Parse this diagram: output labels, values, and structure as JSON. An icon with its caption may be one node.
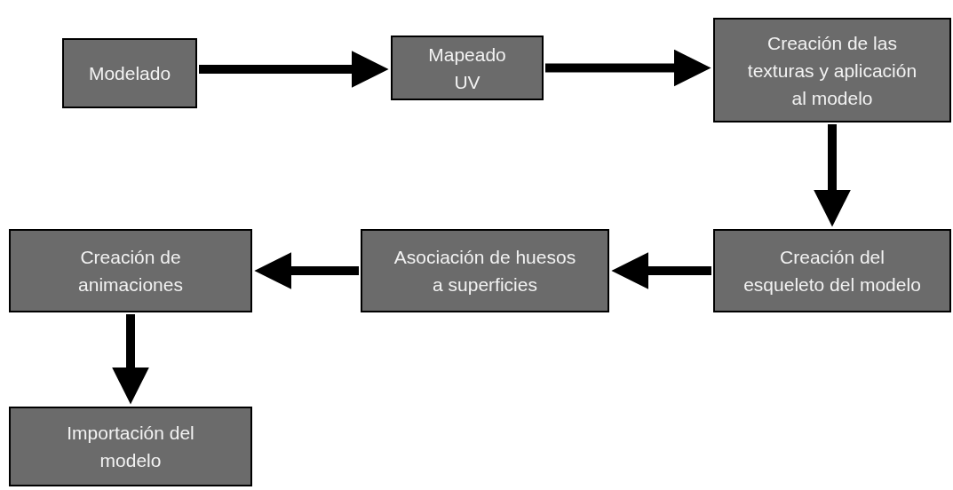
{
  "diagram": {
    "nodes": [
      {
        "text": [
          "Modelado"
        ]
      },
      {
        "text": [
          "Mapeado UV"
        ]
      },
      {
        "text": [
          "Creación de las texturas y aplicación al modelo"
        ]
      },
      {
        "text": [
          "Creación del esqueleto del modelo"
        ]
      },
      {
        "text": [
          "Asociación de huesos a superficies"
        ]
      },
      {
        "text": [
          "Creación de animaciones"
        ]
      },
      {
        "text": [
          "Importación del modelo"
        ]
      }
    ],
    "edges": [
      {
        "from": 0,
        "to": 1,
        "arrow": "to"
      },
      {
        "from": 1,
        "to": 2,
        "arrow": "to"
      },
      {
        "from": 2,
        "to": 3,
        "arrow": "to"
      },
      {
        "from": 3,
        "to": 4,
        "arrow": "to"
      },
      {
        "from": 4,
        "to": 5,
        "arrow": "to"
      },
      {
        "from": 5,
        "to": 6,
        "arrow": "to"
      }
    ]
  }
}
